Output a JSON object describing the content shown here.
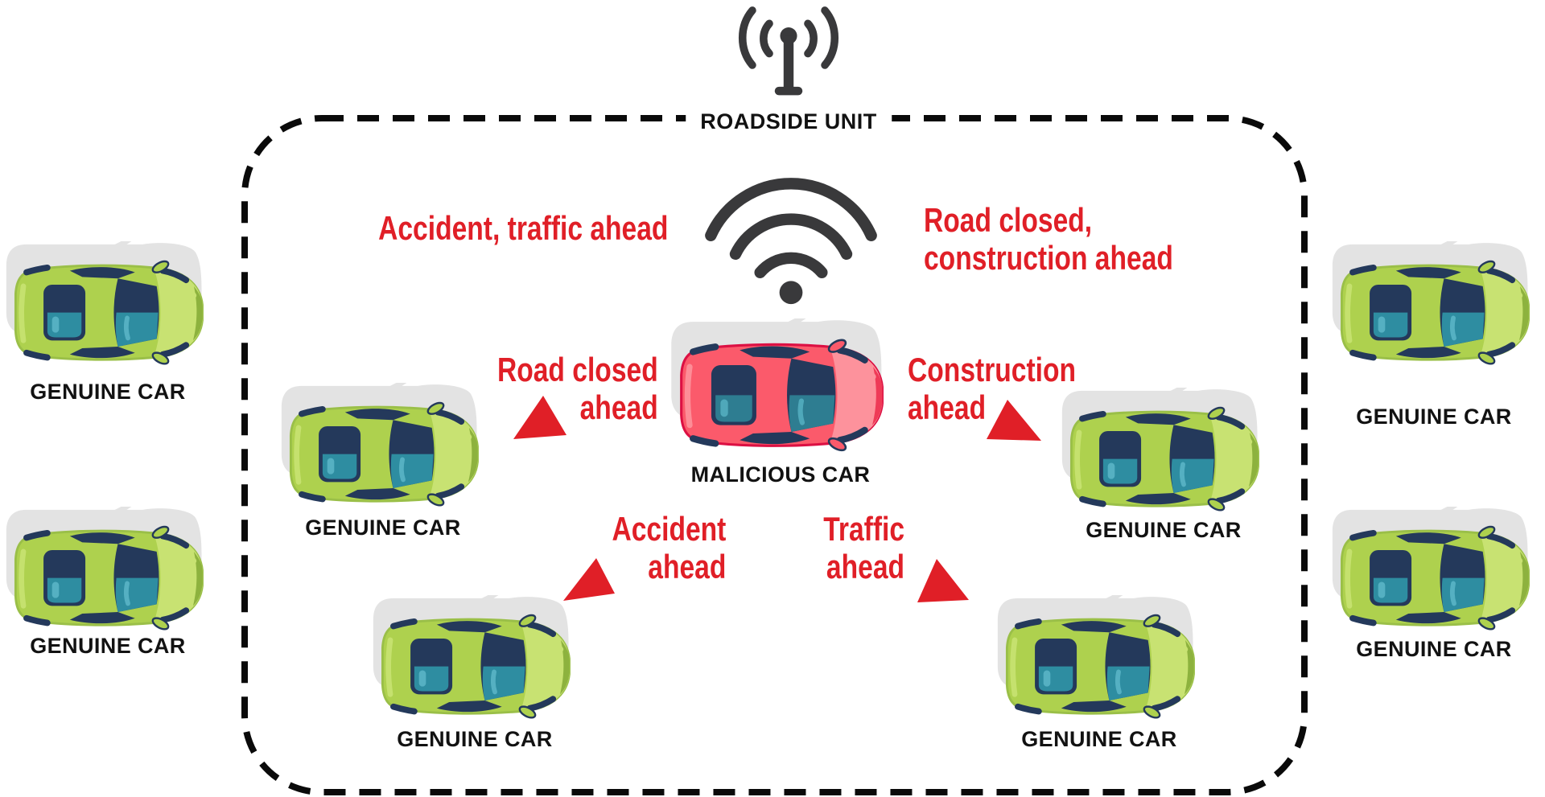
{
  "header": {
    "roadside_unit": {
      "label": "ROADSIDE UNIT",
      "icon": "roadside-antenna-icon"
    }
  },
  "broadcast": {
    "icon": "wifi-signal-icon",
    "left_message": "Accident, traffic ahead",
    "right_message_line1": "Road closed,",
    "right_message_line2": "construction ahead"
  },
  "false_warnings": [
    {
      "icon": "warning-triangle-icon",
      "line1": "Road closed",
      "line2": "ahead",
      "position": "left-of-malicious-car"
    },
    {
      "icon": "warning-triangle-icon",
      "line1": "Construction",
      "line2": "ahead",
      "position": "right-of-malicious-car"
    },
    {
      "icon": "warning-triangle-icon",
      "line1": "Accident",
      "line2": "ahead",
      "position": "bottom-left"
    },
    {
      "icon": "warning-triangle-icon",
      "line1": "Traffic",
      "line2": "ahead",
      "position": "bottom-right"
    }
  ],
  "cars": [
    {
      "label": "GENUINE CAR",
      "type": "genuine",
      "position": "outside-left-top"
    },
    {
      "label": "GENUINE CAR",
      "type": "genuine",
      "position": "outside-left-bottom"
    },
    {
      "label": "GENUINE CAR",
      "type": "genuine",
      "position": "inside-left"
    },
    {
      "label": "GENUINE CAR",
      "type": "genuine",
      "position": "inside-bottom-left"
    },
    {
      "label": "GENUINE CAR",
      "type": "genuine",
      "position": "inside-bottom-right"
    },
    {
      "label": "GENUINE CAR",
      "type": "genuine",
      "position": "inside-right"
    },
    {
      "label": "GENUINE CAR",
      "type": "genuine",
      "position": "outside-right-top"
    },
    {
      "label": "GENUINE CAR",
      "type": "genuine",
      "position": "outside-right-bottom"
    },
    {
      "label": "MALICIOUS CAR",
      "type": "malicious",
      "position": "center"
    }
  ],
  "colors": {
    "alert_red": "#e01f27",
    "car_green": "#aed14e",
    "car_red": "#fb5a6b",
    "icon_charcoal": "#39393b",
    "window_navy": "#24395b",
    "glass_teal": "#2e8da1",
    "shadow_gray": "#e3e3e3",
    "boundary_black": "#0a0a0a",
    "label_black": "#121212"
  }
}
